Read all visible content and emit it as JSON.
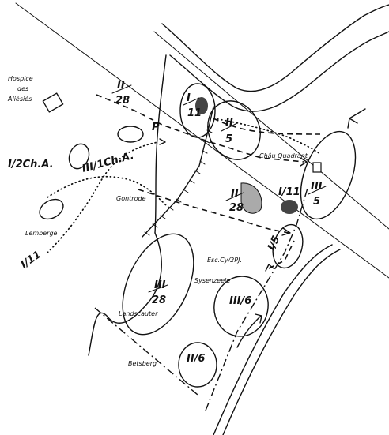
{
  "map": {
    "places": {
      "hospice": [
        "Hospice",
        "des",
        "Aliésiés"
      ],
      "chateau": "Châu Quadrant",
      "gontrode": "Gontrode",
      "lemberge": "Lemberge",
      "landscauter": "Landscauter",
      "eseCy": "Esc.Cy/2PJ.",
      "sysenzeele": "Sysenzeele",
      "betsberg": "Betsberg",
      "p_mark": "P"
    },
    "units": {
      "i_11_top": [
        "I",
        "11"
      ],
      "ii_28_top": [
        "II",
        "28"
      ],
      "ii_5": [
        "II",
        "5"
      ],
      "i_2chA": "I/2Ch.A.",
      "iii_1chA": "III/1Ch.A.",
      "ii_28_mid": [
        "II",
        "28"
      ],
      "i_11_mid": "I/11",
      "iii_5": [
        "III",
        "5"
      ],
      "i_5": "I/5",
      "i_11_bottom": "I/11",
      "iii_28": [
        "III",
        "28"
      ],
      "iii_6": "III/6",
      "ii_6": "II/6"
    }
  }
}
